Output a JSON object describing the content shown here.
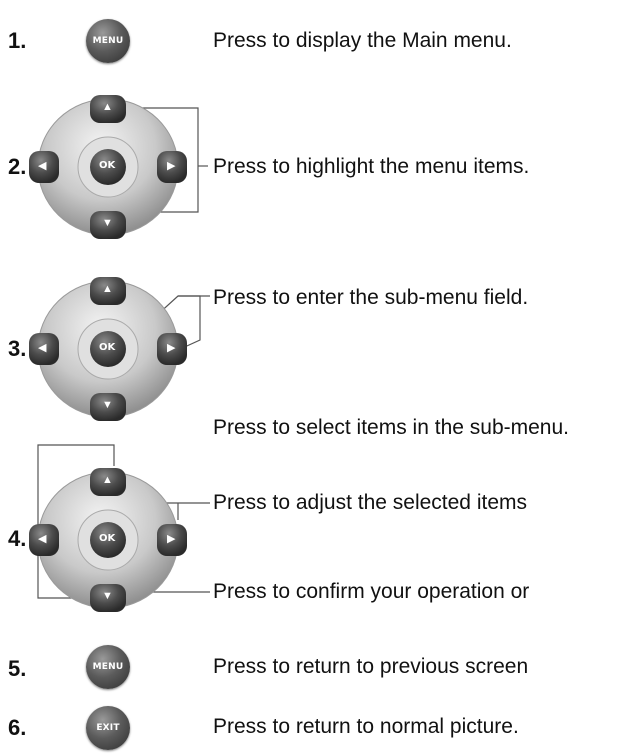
{
  "steps": [
    {
      "number": "1.",
      "text": "Press to display the Main menu.",
      "button": "MENU"
    },
    {
      "number": "2.",
      "text": "Press to highlight the menu items."
    },
    {
      "number": "3.",
      "text": "Press to enter the sub-menu field."
    },
    {
      "number": "4.",
      "text_select": "Press to select items in the sub-menu.",
      "text_adjust": "Press to adjust the selected items",
      "text_confirm": "Press to confirm your operation or"
    },
    {
      "number": "5.",
      "text": "Press to return to previous screen",
      "button": "MENU"
    },
    {
      "number": "6.",
      "text": "Press to return to normal picture.",
      "button": "EXIT"
    }
  ],
  "dpad": {
    "center_label": "OK",
    "up": "▲",
    "down": "▼",
    "left": "◀",
    "right": "▶"
  },
  "colors": {
    "pad_outer": "#c8c8c8",
    "button_dark": "#4a4a4a",
    "line": "#555555"
  }
}
